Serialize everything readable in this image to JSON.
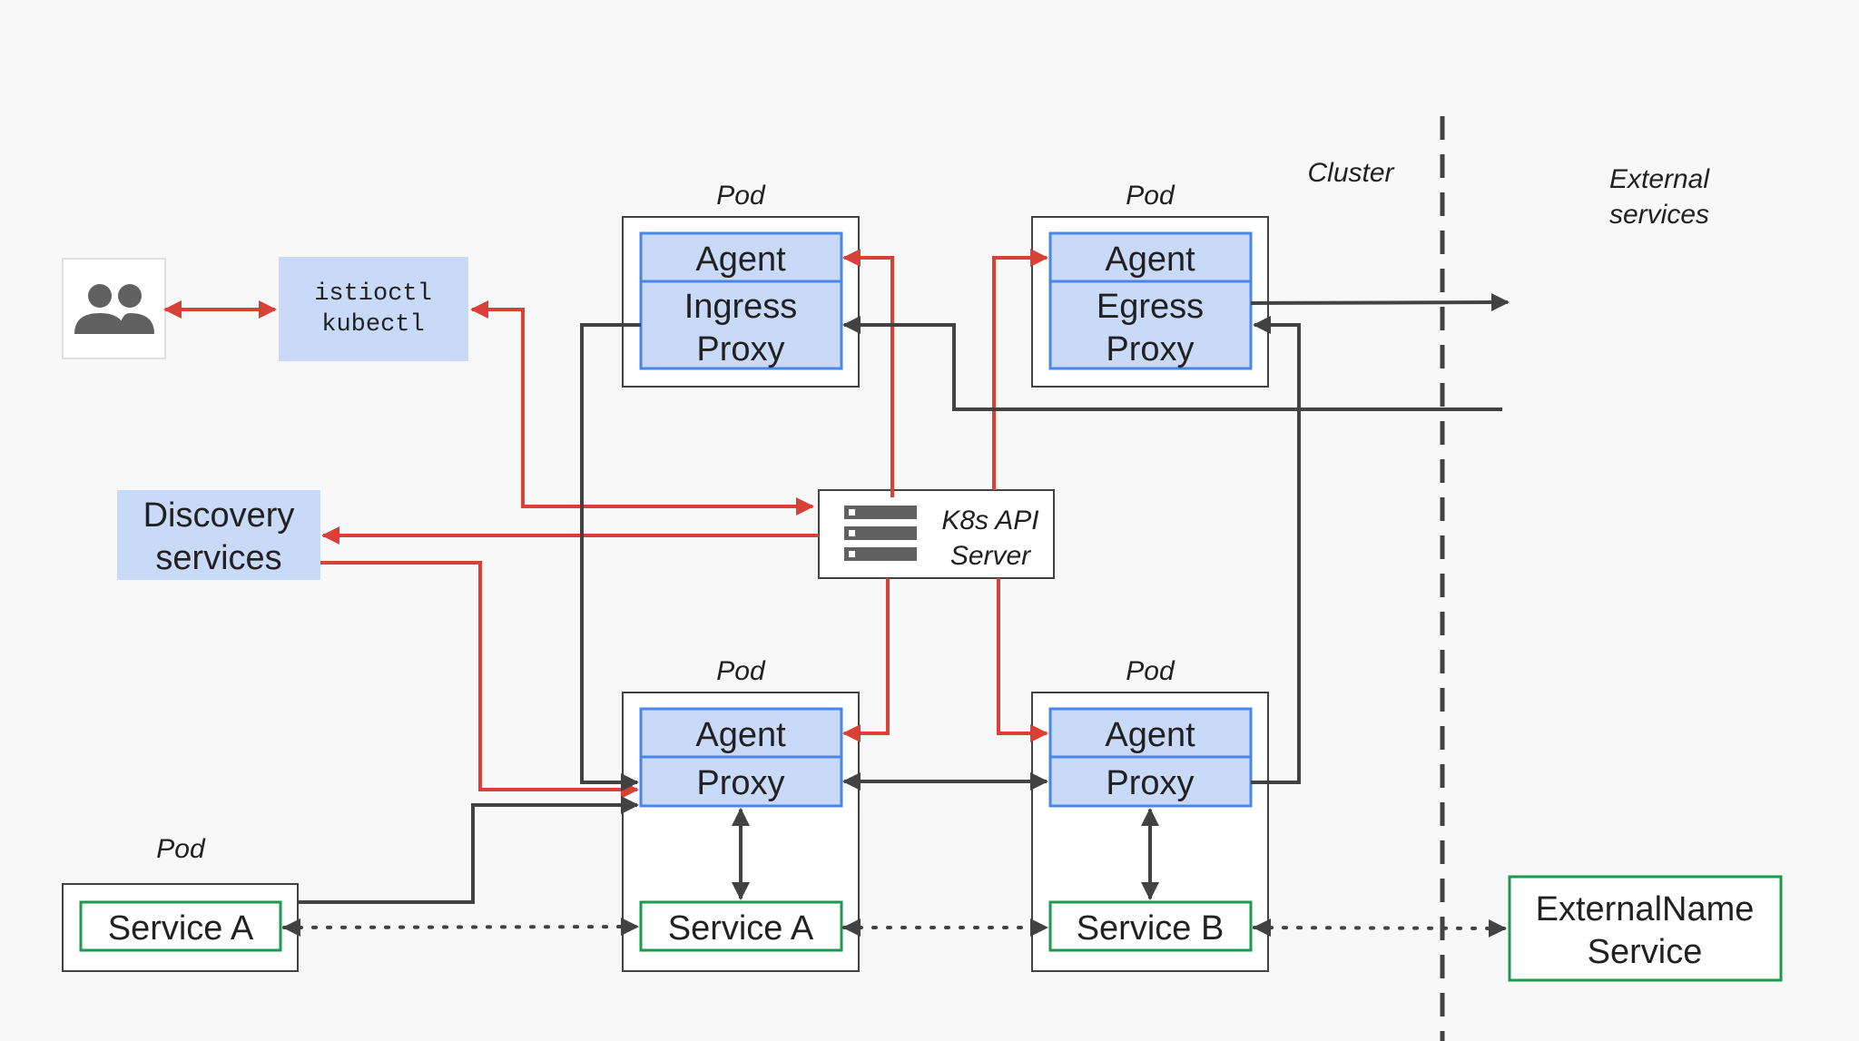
{
  "diagram": {
    "labels": {
      "cluster": "Cluster",
      "external_services_line1": "External",
      "external_services_line2": "services"
    },
    "pods": {
      "ingress_pod": "Pod",
      "egress_pod": "Pod",
      "service_a_pod": "Pod",
      "service_b_pod": "Pod",
      "client_pod": "Pod"
    },
    "ingress": {
      "agent": "Agent",
      "proxy_line1": "Ingress",
      "proxy_line2": "Proxy"
    },
    "egress": {
      "agent": "Agent",
      "proxy_line1": "Egress",
      "proxy_line2": "Proxy"
    },
    "service_a": {
      "agent": "Agent",
      "proxy": "Proxy",
      "service": "Service A"
    },
    "service_b": {
      "agent": "Agent",
      "proxy": "Proxy",
      "service": "Service B"
    },
    "client": {
      "service": "Service A"
    },
    "cli": {
      "line1": "istioctl",
      "line2": "kubectl"
    },
    "discovery": {
      "line1": "Discovery",
      "line2": "services"
    },
    "k8s_api": {
      "line1": "K8s API",
      "line2": "Server"
    },
    "external_name": {
      "line1": "ExternalName",
      "line2": "Service"
    },
    "colors": {
      "control_arrow": "#d94138",
      "data_arrow": "#424242",
      "agent_fill": "#c9daf8",
      "agent_border": "#4a86e8",
      "service_border": "#1e9a4e",
      "label_fill": "#c9daf8"
    },
    "icons": {
      "users": "users-icon",
      "server": "server-icon"
    }
  }
}
